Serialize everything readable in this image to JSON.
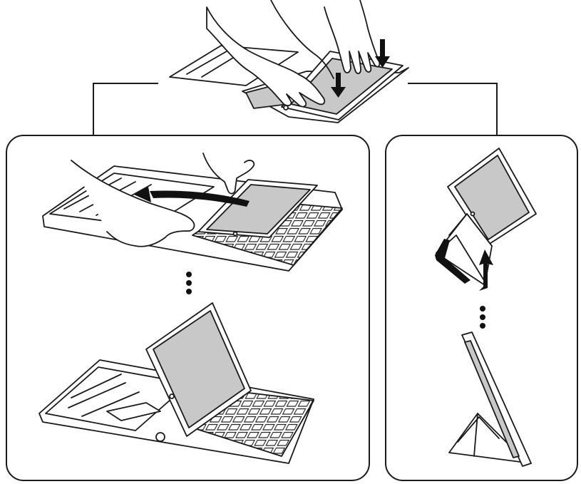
{
  "figure": {
    "panels": [
      {
        "id": "top",
        "content": "attach-tablet-to-cover"
      },
      {
        "id": "left",
        "content": "keyboard-case-usage"
      },
      {
        "id": "right",
        "content": "stand-fold-usage"
      }
    ],
    "ellipsis_dots": 3
  },
  "colors": {
    "stroke": "#1a1a1a",
    "screen": "#c8c8c8",
    "surface": "#ffffff",
    "arrow": "#111111"
  }
}
